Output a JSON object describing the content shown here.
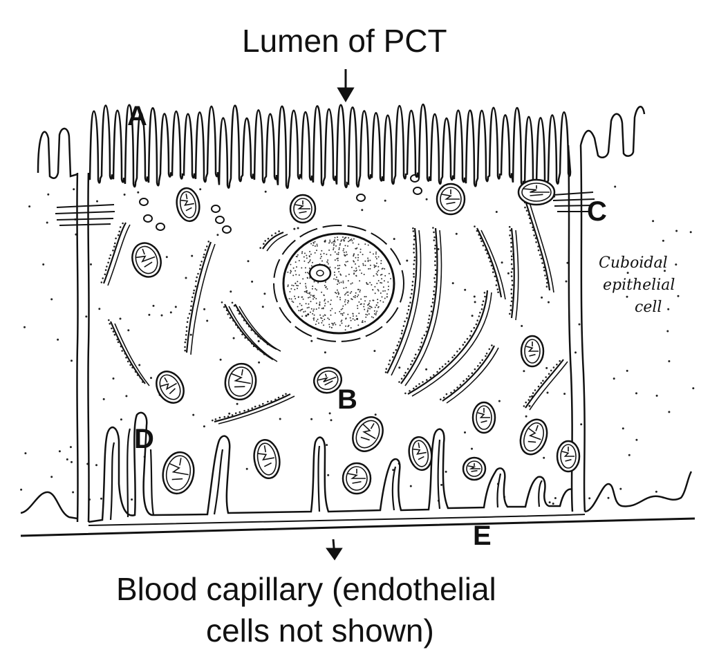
{
  "labels": {
    "top": "Lumen of PCT",
    "bottom_line1": "Blood capillary (endothelial",
    "bottom_line2": "cells not shown)",
    "cell_line1": "Cuboidal",
    "cell_line2": "epithelial",
    "cell_line3": "cell"
  },
  "markers": {
    "a": "A",
    "b": "B",
    "c": "C",
    "d": "D",
    "e": "E"
  },
  "colors": {
    "ink": "#111111",
    "background": "#ffffff"
  }
}
